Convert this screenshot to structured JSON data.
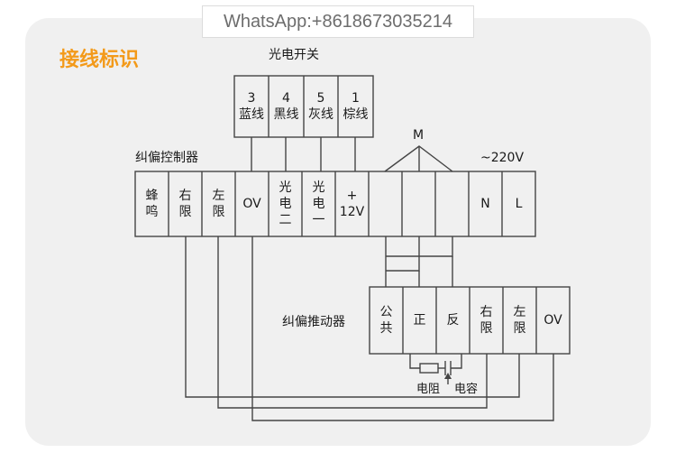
{
  "watermark": "WhatsApp:+8618673035214",
  "title": "接线标识",
  "photo_switch": {
    "label": "光电开关",
    "terminals": [
      {
        "num": "3",
        "color": "蓝线"
      },
      {
        "num": "4",
        "color": "黑线"
      },
      {
        "num": "5",
        "color": "灰线"
      },
      {
        "num": "1",
        "color": "棕线"
      }
    ]
  },
  "controller": {
    "label": "纠偏控制器",
    "terminals": [
      "蜂鸣",
      "右限",
      "左限",
      "OV",
      "光电二",
      "光电一",
      "+12V",
      "",
      "",
      "",
      "N",
      "L"
    ],
    "motor_label": "M",
    "power_label": "~220V"
  },
  "actuator": {
    "label": "纠偏推动器",
    "terminals": [
      "公共",
      "正",
      "反",
      "右限",
      "左限",
      "OV"
    ]
  },
  "components": {
    "resistor": "电阻",
    "capacitor": "电容"
  },
  "colors": {
    "title": "#f39a1a",
    "line": "#444444"
  }
}
